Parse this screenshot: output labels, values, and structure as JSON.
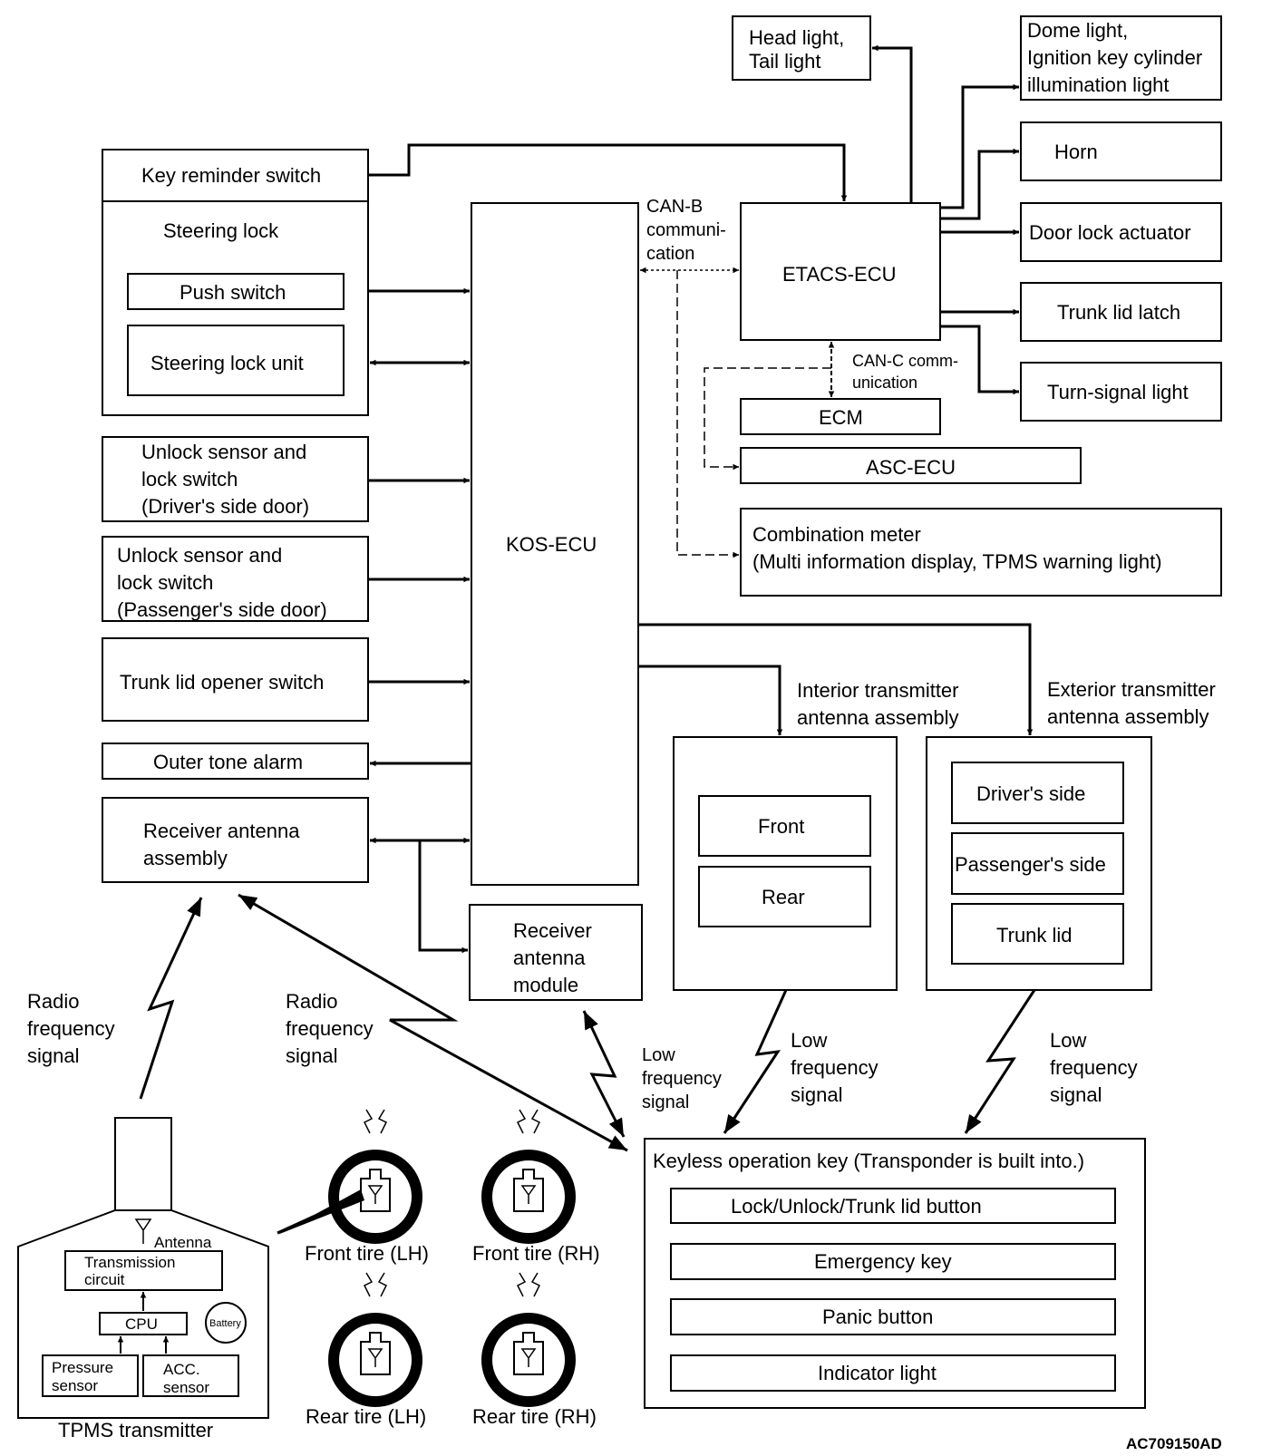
{
  "labels": {
    "head_light": [
      "Head light,",
      "Tail light"
    ],
    "dome_light": [
      "Dome light,",
      "Ignition key cylinder",
      "illumination light"
    ],
    "horn": "Horn",
    "door_lock": "Door lock actuator",
    "trunk_latch": "Trunk lid latch",
    "turn_signal": "Turn-signal light",
    "key_reminder": "Key reminder switch",
    "steering_lock": "Steering lock",
    "push_switch": "Push switch",
    "steering_lock_unit": "Steering lock unit",
    "unlock_driver": [
      "Unlock sensor and",
      "lock switch",
      "(Driver's side door)"
    ],
    "unlock_passenger": [
      "Unlock sensor and",
      "lock switch",
      "(Passenger's side door)"
    ],
    "trunk_opener": "Trunk lid opener switch",
    "outer_tone": "Outer tone alarm",
    "receiver_antenna_assembly": [
      "Receiver antenna",
      "assembly"
    ],
    "kos_ecu": "KOS-ECU",
    "can_b": [
      "CAN-B",
      "communi-",
      "cation"
    ],
    "etacs_ecu": "ETACS-ECU",
    "can_c": [
      "CAN-C comm-",
      "unication"
    ],
    "ecm": "ECM",
    "asc_ecu": "ASC-ECU",
    "combination_meter": [
      "Combination meter",
      "(Multi information display, TPMS warning light)"
    ],
    "interior_antenna": [
      "Interior transmitter",
      "antenna assembly"
    ],
    "exterior_antenna": [
      "Exterior transmitter",
      "antenna assembly"
    ],
    "front": "Front",
    "rear": "Rear",
    "drivers_side": "Driver's side",
    "passengers_side": "Passenger's side",
    "trunk_lid": "Trunk lid",
    "receiver_antenna_module": [
      "Receiver",
      "antenna",
      "module"
    ],
    "radio_freq_left": [
      "Radio",
      "frequency",
      "signal"
    ],
    "radio_freq_mid": [
      "Radio",
      "frequency",
      "signal"
    ],
    "low_freq_small": [
      "Low",
      "frequency",
      "signal"
    ],
    "low_freq_interior": [
      "Low",
      "frequency",
      "signal"
    ],
    "low_freq_exterior": [
      "Low",
      "frequency",
      "signal"
    ],
    "keyless_key": "Keyless operation key (Transponder is built into.)",
    "lock_button": "Lock/Unlock/Trunk lid button",
    "emergency_key": "Emergency key",
    "panic_button": "Panic button",
    "indicator_light": "Indicator light",
    "antenna": "Antenna",
    "transmission_circuit": [
      "Transmission",
      "circuit"
    ],
    "cpu": "CPU",
    "battery": "Battery",
    "pressure_sensor": [
      "Pressure",
      "sensor"
    ],
    "acc_sensor": [
      "ACC.",
      "sensor"
    ],
    "tpms_transmitter": "TPMS transmitter",
    "front_tire_lh": "Front tire (LH)",
    "front_tire_rh": "Front tire (RH)",
    "rear_tire_lh": "Rear tire (LH)",
    "rear_tire_rh": "Rear tire (RH)",
    "figure_code": "AC709150AD"
  }
}
